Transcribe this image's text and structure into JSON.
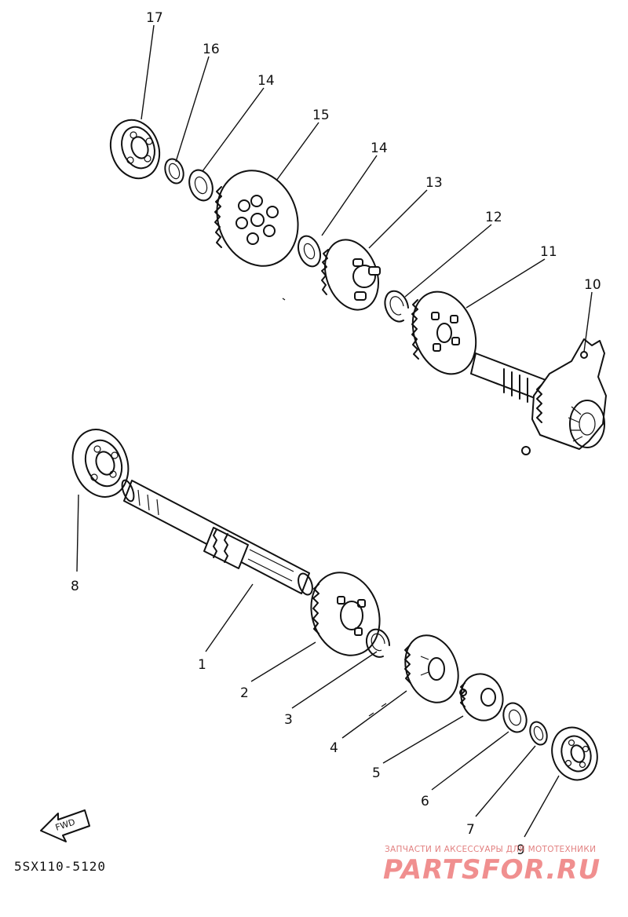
{
  "callouts": [
    {
      "id": "p1",
      "label": "1"
    },
    {
      "id": "p2",
      "label": "2"
    },
    {
      "id": "p3",
      "label": "3"
    },
    {
      "id": "p4",
      "label": "4"
    },
    {
      "id": "p5",
      "label": "5"
    },
    {
      "id": "p6",
      "label": "6"
    },
    {
      "id": "p7",
      "label": "7"
    },
    {
      "id": "p8",
      "label": "8"
    },
    {
      "id": "p9",
      "label": "9"
    },
    {
      "id": "p10",
      "label": "10"
    },
    {
      "id": "p11",
      "label": "11"
    },
    {
      "id": "p12",
      "label": "12"
    },
    {
      "id": "p13",
      "label": "13"
    },
    {
      "id": "p14a",
      "label": "14"
    },
    {
      "id": "p14b",
      "label": "14"
    },
    {
      "id": "p15",
      "label": "15"
    },
    {
      "id": "p16",
      "label": "16"
    },
    {
      "id": "p17",
      "label": "17"
    }
  ],
  "fwd_label": "FWD",
  "code": "5SX110-5120",
  "watermark": {
    "caption": "ЗАПЧАСТИ И АКСЕССУАРЫ ДЛЯ МОТОТЕХНИКИ",
    "logo": "PARTSFOR.RU"
  }
}
